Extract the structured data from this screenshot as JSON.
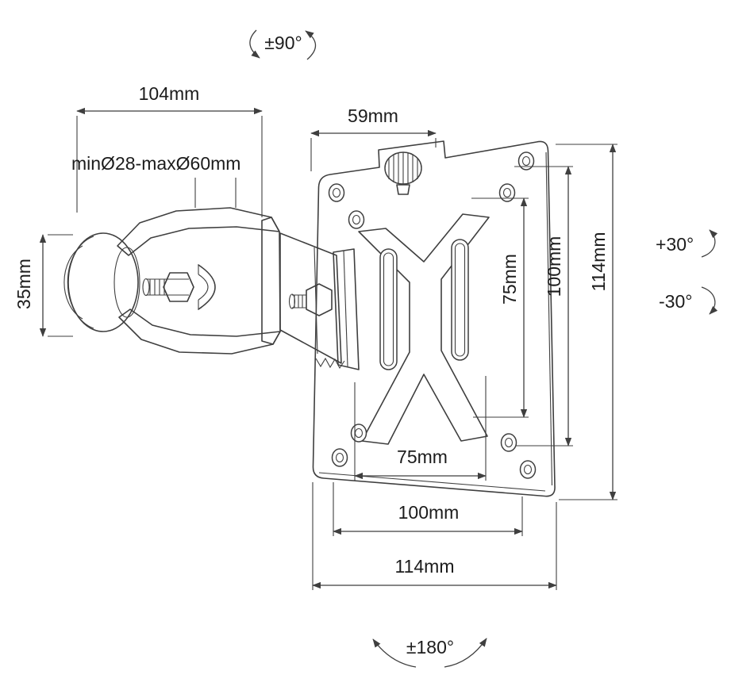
{
  "meta": {
    "title": "Pole-mount VESA monitor bracket — dimensioned technical drawing"
  },
  "labels": {
    "rot_top": "±90°",
    "rot_bottom": "±180°",
    "tilt_up": "+30°",
    "tilt_down": "-30°",
    "arm_length": "104mm",
    "pole_range": "minØ28-maxØ60mm",
    "plate_tab_width": "59mm",
    "clamp_height": "35mm",
    "vesa_v_75": "75mm",
    "vesa_v_100": "100mm",
    "vesa_v_114": "114mm",
    "vesa_h_75": "75mm",
    "vesa_h_100": "100mm",
    "vesa_h_114": "114mm"
  },
  "colors": {
    "line": "#3f3f3f",
    "text": "#1c1c1c",
    "background": "#ffffff"
  }
}
